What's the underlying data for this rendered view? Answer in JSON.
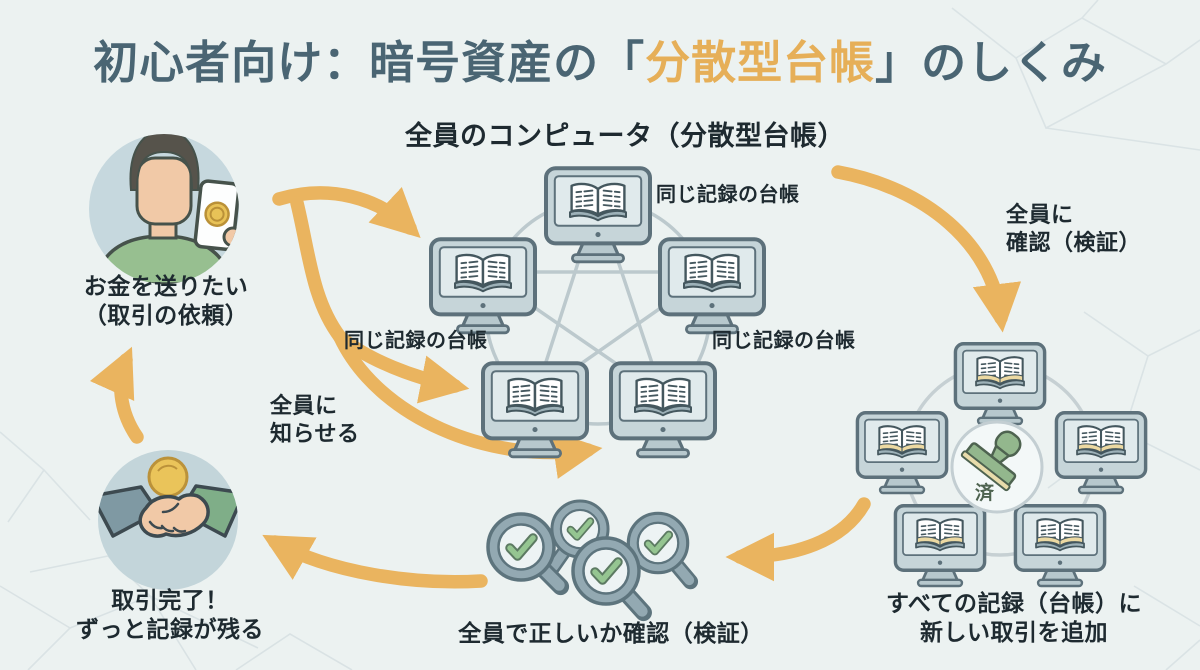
{
  "title": {
    "prefix": "初心者向け：暗号資産の「",
    "highlight": "分散型台帳",
    "suffix": "」のしくみ"
  },
  "network": {
    "heading": "全員のコンピュータ（分散型台帳）",
    "same_ledger_top": "同じ記録の台帳",
    "same_ledger_left": "同じ記録の台帳",
    "same_ledger_right": "同じ記録の台帳"
  },
  "steps": {
    "send_request": {
      "line1": "お金を送りたい",
      "line2": "（取引の依頼）"
    },
    "broadcast": {
      "line1": "全員に",
      "line2": "知らせる"
    },
    "verify": {
      "line1": "全員に",
      "line2": "確認（検証）"
    },
    "append": {
      "line1": "すべての記録（台帳）に",
      "line2": "新しい取引を追加"
    },
    "check": {
      "label": "全員で正しいか確認（検証）"
    },
    "complete": {
      "line1": "取引完了！",
      "line2": "ずっと記録が残る"
    }
  },
  "stamp_label": "済",
  "icons": [
    "person-with-phone-icon",
    "ledger-computer-icon",
    "ledger-computer-new-entry-icon",
    "approval-stamp-icon",
    "magnifier-check-icon",
    "handshake-icon",
    "coin-icon"
  ],
  "colors": {
    "background": "#ECF2F1",
    "title_dark": "#4A6573",
    "accent_orange": "#EAB45F",
    "text_dark": "#1E2A30",
    "monitor_frame": "#C6D5D9",
    "outline": "#5D717B",
    "stamp_green": "#93B78D",
    "check_green": "#95C591",
    "new_entry_tan": "#ECD9A2"
  }
}
